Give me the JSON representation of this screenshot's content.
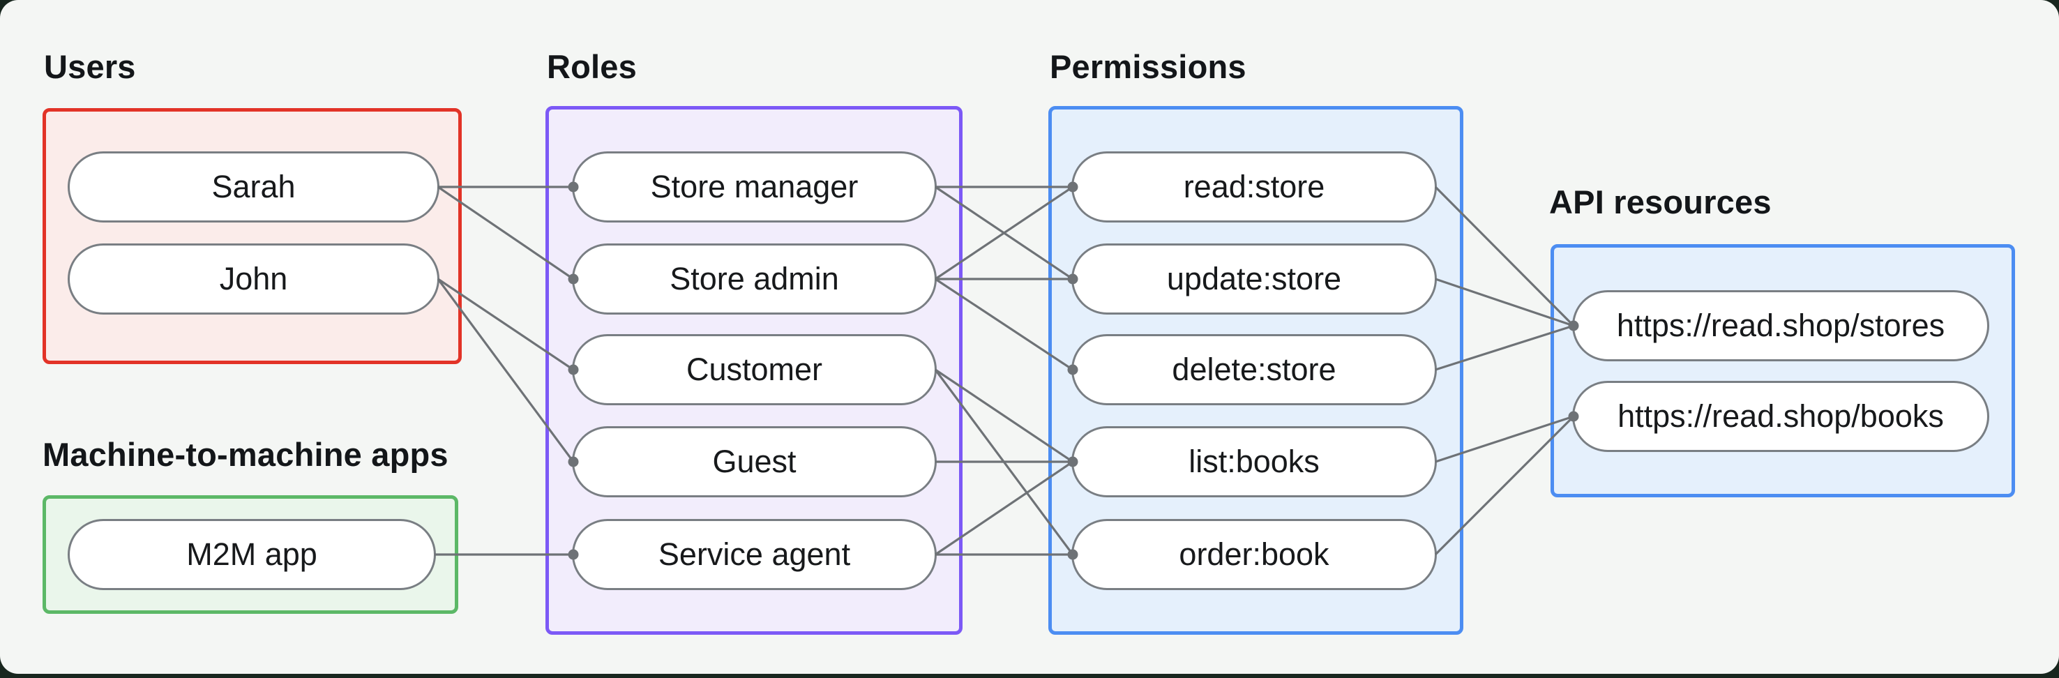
{
  "groups": {
    "users": {
      "label": "Users",
      "nodes": [
        {
          "id": "sarah",
          "label": "Sarah"
        },
        {
          "id": "john",
          "label": "John"
        }
      ]
    },
    "m2m": {
      "label": "Machine-to-machine apps",
      "nodes": [
        {
          "id": "m2m_app",
          "label": "M2M app"
        }
      ]
    },
    "roles": {
      "label": "Roles",
      "nodes": [
        {
          "id": "store_manager",
          "label": "Store manager"
        },
        {
          "id": "store_admin",
          "label": "Store admin"
        },
        {
          "id": "customer",
          "label": "Customer"
        },
        {
          "id": "guest",
          "label": "Guest"
        },
        {
          "id": "service_agent",
          "label": "Service agent"
        }
      ]
    },
    "permissions": {
      "label": "Permissions",
      "nodes": [
        {
          "id": "read_store",
          "label": "read:store"
        },
        {
          "id": "update_store",
          "label": "update:store"
        },
        {
          "id": "delete_store",
          "label": "delete:store"
        },
        {
          "id": "list_books",
          "label": "list:books"
        },
        {
          "id": "order_book",
          "label": "order:book"
        }
      ]
    },
    "api": {
      "label": "API resources",
      "nodes": [
        {
          "id": "stores",
          "label": "https://read.shop/stores"
        },
        {
          "id": "books",
          "label": "https://read.shop/books"
        }
      ]
    }
  },
  "edges": [
    [
      "sarah",
      "store_manager"
    ],
    [
      "sarah",
      "store_admin"
    ],
    [
      "john",
      "customer"
    ],
    [
      "john",
      "guest"
    ],
    [
      "m2m_app",
      "service_agent"
    ],
    [
      "store_manager",
      "read_store"
    ],
    [
      "store_manager",
      "update_store"
    ],
    [
      "store_admin",
      "read_store"
    ],
    [
      "store_admin",
      "update_store"
    ],
    [
      "store_admin",
      "delete_store"
    ],
    [
      "customer",
      "list_books"
    ],
    [
      "customer",
      "order_book"
    ],
    [
      "guest",
      "list_books"
    ],
    [
      "service_agent",
      "list_books"
    ],
    [
      "service_agent",
      "order_book"
    ],
    [
      "read_store",
      "stores"
    ],
    [
      "update_store",
      "stores"
    ],
    [
      "delete_store",
      "stores"
    ],
    [
      "list_books",
      "books"
    ],
    [
      "order_book",
      "books"
    ]
  ],
  "colors": {
    "page_background": "#18261E",
    "canvas_background": "#F4F6F4",
    "users_border": "#E23327",
    "users_fill": "#FBECEA",
    "m2m_border": "#5CB867",
    "m2m_fill": "#EAF6EB",
    "roles_border": "#7C59F6",
    "roles_fill": "#F2EDFC",
    "permissions_border": "#4C8DF2",
    "permissions_fill": "#E5F0FC",
    "api_border": "#4C8DF2",
    "api_fill": "#E5F0FC",
    "pill_border": "#797E83",
    "pill_fill": "#FFFFFF",
    "connector": "#6E7276",
    "text": "#17191B"
  }
}
